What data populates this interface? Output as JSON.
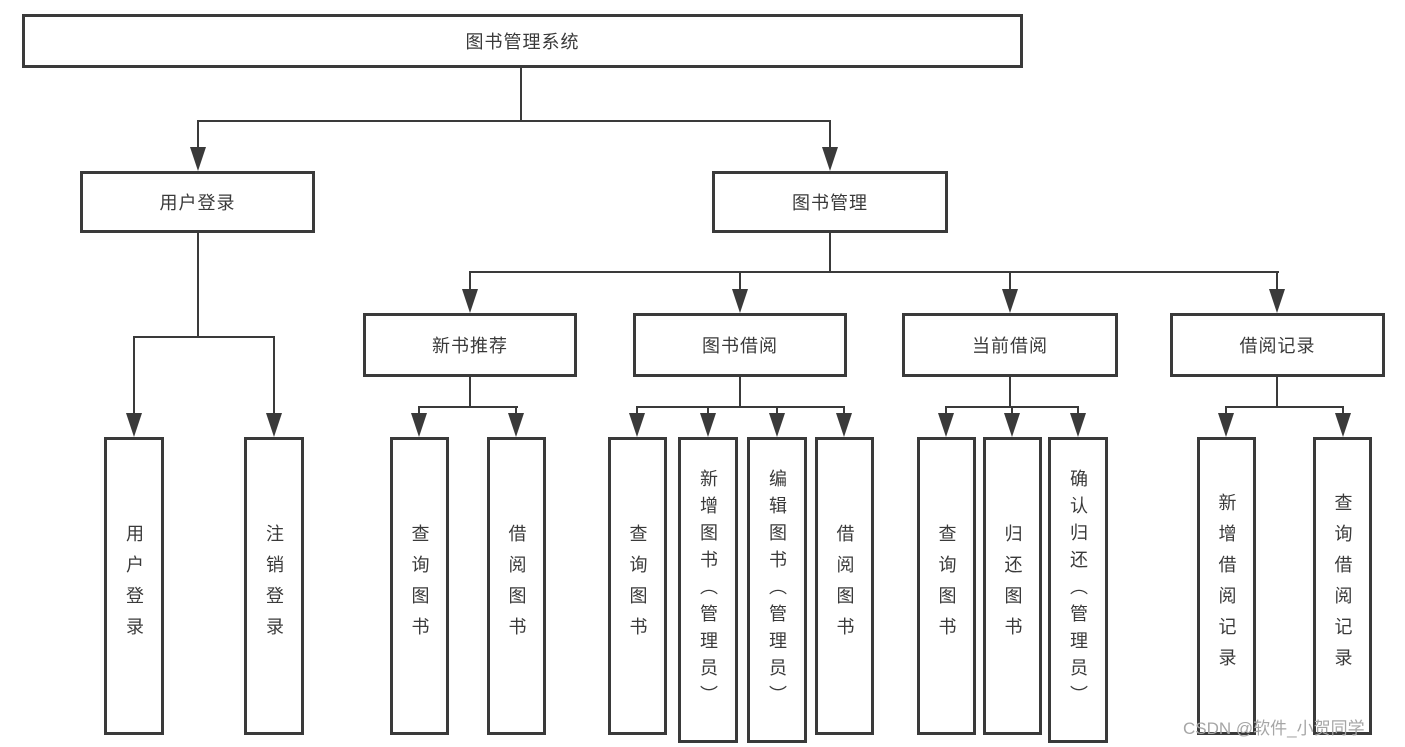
{
  "diagram": {
    "tree": {
      "root": {
        "label": "图书管理系统"
      },
      "children": [
        {
          "label": "用户登录",
          "children": [
            {
              "label": "用户登录"
            },
            {
              "label": "注销登录"
            }
          ]
        },
        {
          "label": "图书管理",
          "children": [
            {
              "label": "新书推荐",
              "children": [
                {
                  "label": "查询图书"
                },
                {
                  "label": "借阅图书"
                }
              ]
            },
            {
              "label": "图书借阅",
              "children": [
                {
                  "label": "查询图书"
                },
                {
                  "label": "新增图书（管理员）"
                },
                {
                  "label": "编辑图书（管理员）"
                },
                {
                  "label": "借阅图书"
                }
              ]
            },
            {
              "label": "当前借阅",
              "children": [
                {
                  "label": "查询图书"
                },
                {
                  "label": "归还图书"
                },
                {
                  "label": "确认归还（管理员）"
                }
              ]
            },
            {
              "label": "借阅记录",
              "children": [
                {
                  "label": "新增借阅记录"
                },
                {
                  "label": "查询借阅记录"
                }
              ]
            }
          ]
        }
      ]
    }
  },
  "watermark": {
    "text": "CSDN @软件_小贺同学"
  },
  "colors": {
    "line": "#3a3a3a",
    "text": "#3a3a3a",
    "watermark": "#a6a6a6",
    "background": "#ffffff"
  }
}
